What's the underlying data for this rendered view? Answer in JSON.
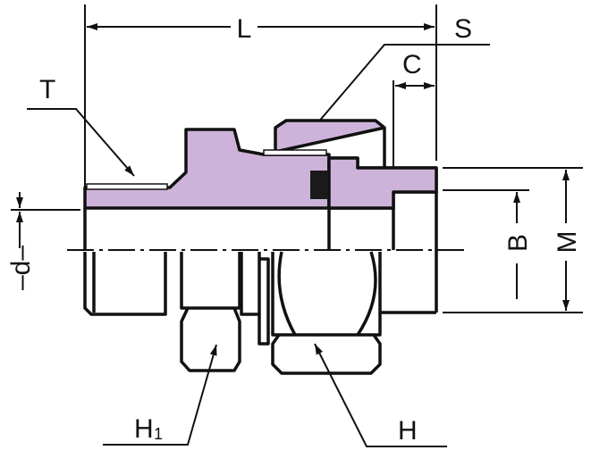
{
  "title": "Union fitting dimension drawing",
  "labels": {
    "L": "L",
    "S": "S",
    "C": "C",
    "T": "T",
    "d": "–d–",
    "B": "B",
    "M": "M",
    "H1": "H",
    "H1_sub": "1",
    "H": "H"
  },
  "colors": {
    "section_fill": "#cdb3d9",
    "line": "#111111"
  }
}
